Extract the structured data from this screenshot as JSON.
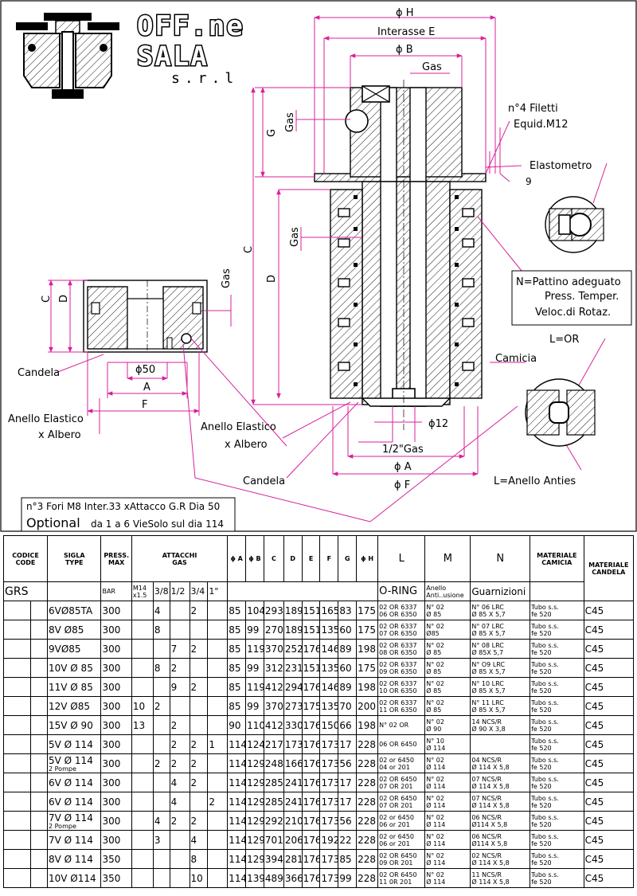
{
  "brand": {
    "line1": "OFF.ne",
    "line2": "SALA",
    "line3": "s.r.l"
  },
  "labels": {
    "phi_h": "ϕ H",
    "interasse": "Interasse E",
    "phi_b": "ϕ B",
    "gas": "Gas",
    "g": "G",
    "filetti_1": "n°4 Filetti",
    "filetti_2": "Equid.M12",
    "elastometro": "Elastometro",
    "nine": "9",
    "c": "C",
    "d": "D",
    "pattino_1": "N=Pattino adeguato",
    "pattino_2": "Press. Temper.",
    "pattino_3": "Veloc.di Rotaz.",
    "l_or": "L=OR",
    "camicia": "Camicia",
    "candela": "Candela",
    "phi50": "ϕ50",
    "a": "A",
    "f": "F",
    "anello_elastico_1": "Anello Elastico",
    "anello_elastico_2": "x Albero",
    "anello_elastico_r1": "Anello Elastico",
    "anello_elastico_r2": "x    Albero",
    "phi12": "ϕ12",
    "half_gas": "1/2\"Gas",
    "phi_a": "ϕ A",
    "phi_f": "ϕ F",
    "l_anello": "L=Anello Anties",
    "candela_r": "Candela",
    "note_1": "n°3 Fori M8 Inter.33 xAttacco G.R Dia 50",
    "note_2a": "Optional",
    "note_2b": "da 1 a 6 ViеSolo sul dia 114"
  },
  "table": {
    "headers": {
      "codice": "CODICE",
      "code": "CODE",
      "sigla": "SIGLA",
      "type": "TYPE",
      "press": "PRESS.",
      "max": "MAX",
      "attacchi": "ATTACCHI",
      "attacchi_gas": "GAS",
      "phi_a": "ϕ A",
      "phi_b": "ϕ B",
      "c": "C",
      "d": "D",
      "e": "E",
      "f": "F",
      "g": "G",
      "phi_h": "ϕ H",
      "l": "L",
      "m": "M",
      "n": "N",
      "materiale_camicia_1": "MATERIALE",
      "materiale_camicia_2": "CAMICIA",
      "materiale_candela_1": "MATERIALE",
      "materiale_candela_2": "CANDELA",
      "grs": "GRS",
      "bar": "BAR",
      "m14": "M14",
      "x15": "x1.5",
      "g38": "3/8",
      "g12": "1/2",
      "g34": "3/4",
      "g1": "1\"",
      "oring": "O-RING",
      "anello_1": "Anello",
      "anello_2": "Anti..usione",
      "guarnizioni": "Guarnizioni"
    },
    "rows": [
      {
        "sigla": "6VØ85TA",
        "sub": "",
        "press": "300",
        "m14": "",
        "g38": "4",
        "g12": "",
        "g34": "2",
        "g1": "",
        "a": "85",
        "b": "104",
        "c": "293",
        "d": "189",
        "e": "151",
        "f": "165",
        "g": "83",
        "h": "175",
        "l1": "02 OR 6337",
        "l2": "06 OR 6350",
        "m1": "N° 02",
        "m2": "Ø 85",
        "n1": "N° 06 LRC",
        "n2": "Ø 85 X 5,7",
        "cam1": "Tubo s.s.",
        "cam2": "fe 520",
        "cand": "C45"
      },
      {
        "sigla": "8V Ø85",
        "sub": "",
        "press": "300",
        "m14": "",
        "g38": "8",
        "g12": "",
        "g34": "",
        "g1": "",
        "a": "85",
        "b": "99",
        "c": "270",
        "d": "189",
        "e": "151",
        "f": "135",
        "g": "60",
        "h": "175",
        "l1": "02 OR 6337",
        "l2": "07 OR 6350",
        "m1": "N° 02",
        "m2": "Ø85",
        "n1": "N° 07 LRC",
        "n2": "Ø 85 X 5,7",
        "cam1": "Tubo s.s.",
        "cam2": "fe 520",
        "cand": "C45"
      },
      {
        "sigla": "9VØ85",
        "sub": "",
        "press": "300",
        "m14": "",
        "g38": "",
        "g12": "7",
        "g34": "2",
        "g1": "",
        "a": "85",
        "b": "119",
        "c": "370",
        "d": "252",
        "e": "176",
        "f": "146",
        "g": "89",
        "h": "198",
        "l1": "02 OR 6337",
        "l2": "08 OR 6350",
        "m1": "N° 02",
        "m2": "Ø 85",
        "n1": "N° 08 LRC",
        "n2": "Ø 85X 5,7",
        "cam1": "Tubo s.s.",
        "cam2": "fe 520",
        "cand": "C45"
      },
      {
        "sigla": "10V Ø 85",
        "sub": "",
        "press": "300",
        "m14": "",
        "g38": "8",
        "g12": "2",
        "g34": "",
        "g1": "",
        "a": "85",
        "b": "99",
        "c": "312",
        "d": "231",
        "e": "151",
        "f": "135",
        "g": "60",
        "h": "175",
        "l1": "02 OR 6337",
        "l2": "09 OR 6350",
        "m1": "N° 02",
        "m2": "Ø 85",
        "n1": "N° O9 LRC",
        "n2": "Ø 85 X 5,7",
        "cam1": "Tubo s.s.",
        "cam2": "fe 520",
        "cand": "C45"
      },
      {
        "sigla": "11V Ø 85",
        "sub": "",
        "press": "300",
        "m14": "",
        "g38": "",
        "g12": "9",
        "g34": "2",
        "g1": "",
        "a": "85",
        "b": "119",
        "c": "412",
        "d": "294",
        "e": "176",
        "f": "146",
        "g": "89",
        "h": "198",
        "l1": "02 OR 6337",
        "l2": "10 OR 6350",
        "m1": "N° 02",
        "m2": "Ø 85",
        "n1": "N° 10 LRC",
        "n2": "Ø 85 X 5,7",
        "cam1": "Tubo s.s.",
        "cam2": "fe 520",
        "cand": "C45"
      },
      {
        "sigla": "12V Ø85",
        "sub": "",
        "press": "300",
        "m14": "10",
        "g38": "2",
        "g12": "",
        "g34": "",
        "g1": "",
        "a": "85",
        "b": "99",
        "c": "370",
        "d": "273",
        "e": "175",
        "f": "135",
        "g": "70",
        "h": "200",
        "l1": "02 OR 6337",
        "l2": "11 OR 6350",
        "m1": "N° 02",
        "m2": "Ø 85",
        "n1": "N° 11 LRC",
        "n2": "Ø 85 X 5,7",
        "cam1": "Tubo s.s.",
        "cam2": "fe 520",
        "cand": "C45"
      },
      {
        "sigla": "15V Ø 90",
        "sub": "",
        "press": "300",
        "m14": "13",
        "g38": "",
        "g12": "2",
        "g34": "",
        "g1": "",
        "a": "90",
        "b": "110",
        "c": "412",
        "d": "330",
        "e": "176",
        "f": "150",
        "g": "66",
        "h": "198",
        "l1": "N° 02 OR",
        "l2": "",
        "m1": "N° 02",
        "m2": "Ø 90",
        "n1": "14 NCS/R",
        "n2": "Ø 90 X 3,8",
        "cam1": "Tubo s.s.",
        "cam2": "fe 520",
        "cand": "C45"
      },
      {
        "sigla": "5V Ø 114",
        "sub": "",
        "press": "300",
        "m14": "",
        "g38": "",
        "g12": "2",
        "g34": "2",
        "g1": "1",
        "a": "114",
        "b": "124",
        "c": "217",
        "d": "173",
        "e": "176",
        "f": "173",
        "g": "17",
        "h": "228",
        "l1": "06 OR 6450",
        "l2": "",
        "m1": "N° 10",
        "m2": "Ø 114",
        "n1": "",
        "n2": "",
        "cam1": "Tubo s.s.",
        "cam2": "fe 520",
        "cand": "C45"
      },
      {
        "sigla": "5V Ø 114",
        "sub": "2 Pompe",
        "press": "300",
        "m14": "",
        "g38": "2",
        "g12": "2",
        "g34": "2",
        "g1": "",
        "a": "114",
        "b": "129",
        "c": "248",
        "d": "166",
        "e": "176",
        "f": "173",
        "g": "56",
        "h": "228",
        "l1": "02 or 6450",
        "l2": "04 or 201",
        "m1": "N° 02",
        "m2": "Ø 114",
        "n1": "04 NCS/R",
        "n2": "Ø 114 X 5,8",
        "cam1": "Tubo s.s.",
        "cam2": "fe 520",
        "cand": "C45"
      },
      {
        "sigla": "6V Ø 114",
        "sub": "",
        "press": "300",
        "m14": "",
        "g38": "",
        "g12": "4",
        "g34": "2",
        "g1": "",
        "a": "114",
        "b": "129",
        "c": "285",
        "d": "241",
        "e": "176",
        "f": "173",
        "g": "17",
        "h": "228",
        "l1": "02 OR 6450",
        "l2": "07 OR 201",
        "m1": "N° 02",
        "m2": "Ø 114",
        "n1": "07 NCS/R",
        "n2": "Ø 114 X 5,8",
        "cam1": "Tubo s.s.",
        "cam2": "fe 520",
        "cand": "C45"
      },
      {
        "sigla": "6V Ø 114",
        "sub": "",
        "press": "300",
        "m14": "",
        "g38": "",
        "g12": "4",
        "g34": "",
        "g1": "2",
        "a": "114",
        "b": "129",
        "c": "285",
        "d": "241",
        "e": "176",
        "f": "173",
        "g": "17",
        "h": "228",
        "l1": "02 OR 6450",
        "l2": "07 OR 201",
        "m1": "N° 02",
        "m2": "Ø 114",
        "n1": "07 NCS/R",
        "n2": "Ø 114 X 5,8",
        "cam1": "Tubo s.s.",
        "cam2": "fe 520",
        "cand": "C45"
      },
      {
        "sigla": "7V Ø 114",
        "sub": "2 Pompe",
        "press": "300",
        "m14": "",
        "g38": "4",
        "g12": "2",
        "g34": "2",
        "g1": "",
        "a": "114",
        "b": "129",
        "c": "292",
        "d": "210",
        "e": "176",
        "f": "173",
        "g": "56",
        "h": "228",
        "l1": "02 or 6450",
        "l2": "06 or 201",
        "m1": "N° 02",
        "m2": "Ø 114",
        "n1": "06 NCS/R",
        "n2": "Ø114 X 5,8",
        "cam1": "Tubo s.s.",
        "cam2": "fe 520",
        "cand": "C45"
      },
      {
        "sigla": "7V Ø 114",
        "sub": "",
        "press": "300",
        "m14": "",
        "g38": "3",
        "g12": "",
        "g34": "4",
        "g1": "",
        "a": "114",
        "b": "129",
        "c": "701",
        "d": "206",
        "e": "176",
        "f": "192",
        "g": "22",
        "h": "228",
        "l1": "02 or 6450",
        "l2": "06 or 201",
        "m1": "N° 02",
        "m2": "Ø 114",
        "n1": "06 NCS/R",
        "n2": "Ø114 X 5,8",
        "cam1": "Tubo s.s.",
        "cam2": "fe 520",
        "cand": "C45"
      },
      {
        "sigla": "8V Ø 114",
        "sub": "",
        "press": "350",
        "m14": "",
        "g38": "",
        "g12": "",
        "g34": "8",
        "g1": "",
        "a": "114",
        "b": "129",
        "c": "394",
        "d": "281",
        "e": "176",
        "f": "173",
        "g": "85",
        "h": "228",
        "l1": "02 OR 6450",
        "l2": "09 OR 201",
        "m1": "N° 02",
        "m2": "Ø 114",
        "n1": "02 NCS/R",
        "n2": "Ø 114 X 5,8",
        "cam1": "Tubo s.s.",
        "cam2": "fe 520",
        "cand": "C45"
      },
      {
        "sigla": "10V Ø114",
        "sub": "",
        "press": "350",
        "m14": "",
        "g38": "",
        "g12": "",
        "g34": "10",
        "g1": "",
        "a": "114",
        "b": "139",
        "c": "489",
        "d": "366",
        "e": "176",
        "f": "173",
        "g": "99",
        "h": "228",
        "l1": "02 OR 6450",
        "l2": "11 0R 201",
        "m1": "N° 02",
        "m2": "Ø 114",
        "n1": "11 NCS/R",
        "n2": "Ø 114 X 5,8",
        "cam1": "Tubo s.s.",
        "cam2": "fe 520",
        "cand": "C45"
      }
    ]
  }
}
